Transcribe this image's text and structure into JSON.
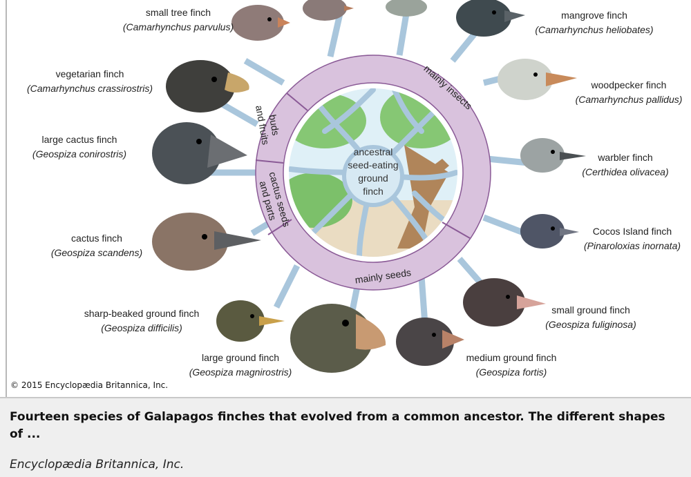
{
  "figure": {
    "copyright": "© 2015 Encyclopædia Britannica, Inc.",
    "center_label": [
      "ancestral",
      "seed-eating",
      "ground",
      "finch"
    ],
    "diet_bands": {
      "insects": "mainly insects",
      "buds": [
        "buds",
        "and fruits"
      ],
      "cactus": [
        "cactus seeds",
        "and parts"
      ],
      "seeds": "mainly seeds"
    },
    "species": [
      {
        "name": "small tree finch",
        "sci": "(Camarhynchus parvulus)"
      },
      {
        "name": "mangrove finch",
        "sci": "(Camarhynchus heliobates)"
      },
      {
        "name": "vegetarian finch",
        "sci": "(Camarhynchus crassirostris)"
      },
      {
        "name": "woodpecker finch",
        "sci": "(Camarhynchus pallidus)"
      },
      {
        "name": "large cactus finch",
        "sci": "(Geospiza conirostris)"
      },
      {
        "name": "warbler finch",
        "sci": "(Certhidea olivacea)"
      },
      {
        "name": "cactus finch",
        "sci": "(Geospiza scandens)"
      },
      {
        "name": "Cocos Island finch",
        "sci": "(Pinaroloxias inornata)"
      },
      {
        "name": "sharp-beaked ground finch",
        "sci": "(Geospiza difficilis)"
      },
      {
        "name": "small ground finch",
        "sci": "(Geospiza fuliginosa)"
      },
      {
        "name": "large ground finch",
        "sci": "(Geospiza magnirostris)"
      },
      {
        "name": "medium ground finch",
        "sci": "(Geospiza fortis)"
      }
    ]
  },
  "caption": {
    "text": "Fourteen species of Galapagos finches that evolved from a common ancestor. The different shapes of ...",
    "credit": "Encyclopædia Britannica, Inc."
  }
}
